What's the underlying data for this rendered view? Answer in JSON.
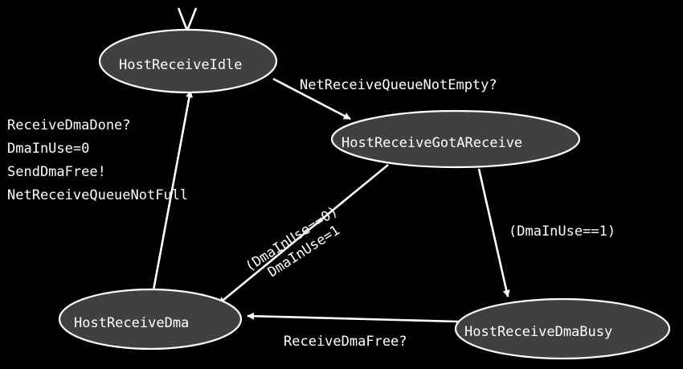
{
  "states": {
    "idle": "HostReceiveIdle",
    "got_a_receive": "HostReceiveGotAReceive",
    "dma": "HostReceiveDma",
    "dma_busy": "HostReceiveDmaBusy"
  },
  "transitions": {
    "idle_to_got": "NetReceiveQueueNotEmpty?",
    "got_to_busy": "(DmaInUse==1)",
    "got_to_dma": [
      "(DmaInUse==0)",
      "DmaInUse=1"
    ],
    "busy_to_dma": "ReceiveDmaFree?",
    "dma_to_idle": [
      "ReceiveDmaDone?",
      "DmaInUse=0",
      "SendDmaFree!",
      "NetReceiveQueueNotFull"
    ]
  },
  "colors": {
    "background": "#000000",
    "node_fill": "#404040",
    "stroke": "#ffffff",
    "text": "#ffffff"
  }
}
